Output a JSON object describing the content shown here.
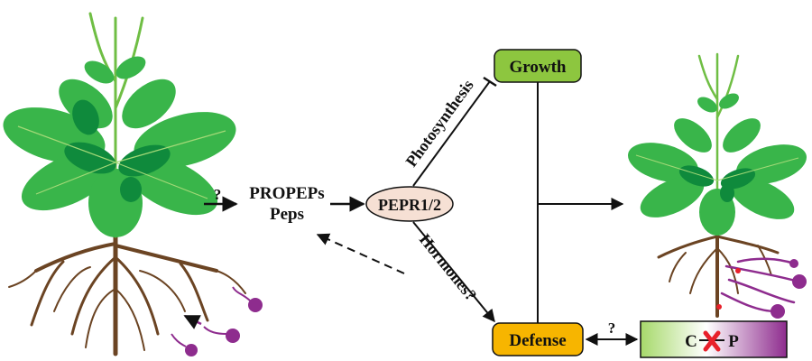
{
  "labels": {
    "question_left": "?",
    "propeps_line1": "PROPEPs",
    "propeps_line2": "Peps",
    "receptor": "PEPR1/2",
    "photosynthesis": "Photosynthesis",
    "hormones": "Hormones?",
    "growth": "Growth",
    "defense": "Defense",
    "question_right": "?",
    "cp_c": "C",
    "cp_p": "P"
  },
  "colors": {
    "growth_box": "#8dc63f",
    "defense_box": "#f7b500",
    "receptor_fill": "#f6e0d4",
    "cp_gradient_start": "#a6d96a",
    "cp_gradient_end": "#8e2c8e",
    "leaf_green": "#39b54a",
    "leaf_dark": "#0f8a3c",
    "root_brown": "#6b4423",
    "microbe_purple": "#8e2c8e",
    "cross_red": "#e8202a"
  },
  "icons": {
    "left_plant": "arabidopsis-plant-icon",
    "right_plant": "arabidopsis-plant-colonized-icon",
    "microbes": "microbe-icon",
    "cross": "red-x-icon"
  }
}
